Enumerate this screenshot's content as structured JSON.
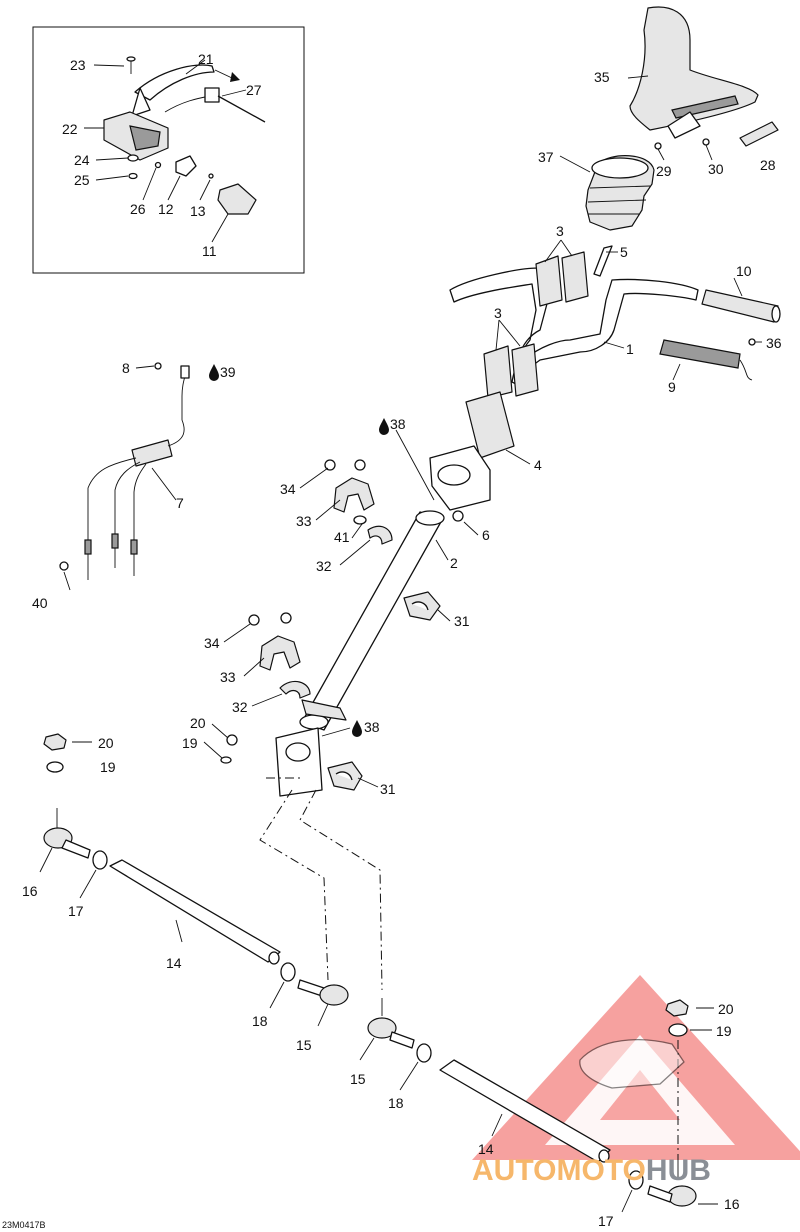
{
  "watermark": {
    "brand_left": "AUTOMOTO",
    "brand_right": "HUB",
    "color_left": "#f6b76b",
    "color_right": "#8a8f96",
    "triangle_color": "#ef5350"
  },
  "figure_code": "23M0417B",
  "lube_symbol": "drop-icon",
  "labels": {
    "l1": "1",
    "l2": "2",
    "l3a": "3",
    "l3b": "3",
    "l4": "4",
    "l5": "5",
    "l6": "6",
    "l7": "7",
    "l8": "8",
    "l9": "9",
    "l10": "10",
    "l11": "11",
    "l12": "12",
    "l13": "13",
    "l14a": "14",
    "l14b": "14",
    "l15a": "15",
    "l15b": "15",
    "l16a": "16",
    "l16b": "16",
    "l17a": "17",
    "l17b": "17",
    "l18a": "18",
    "l18b": "18",
    "l19a": "19",
    "l19b": "19",
    "l19c": "19",
    "l20a": "20",
    "l20b": "20",
    "l20c": "20",
    "l21": "21",
    "l22": "22",
    "l23": "23",
    "l24": "24",
    "l25": "25",
    "l26": "26",
    "l27": "27",
    "l28": "28",
    "l29": "29",
    "l30": "30",
    "l31a": "31",
    "l31b": "31",
    "l32a": "32",
    "l32b": "32",
    "l33a": "33",
    "l33b": "33",
    "l34a": "34",
    "l34b": "34",
    "l35": "35",
    "l36": "36",
    "l37": "37",
    "l38a": "38",
    "l38b": "38",
    "l39": "39",
    "l40": "40",
    "l41": "41"
  }
}
